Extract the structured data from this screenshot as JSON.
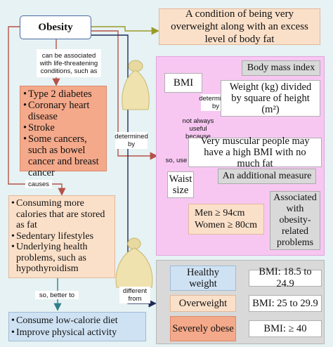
{
  "title": "Obesity",
  "definition": "A condition of being very overweight along with an excess level of body fat",
  "associated_label": "can be associated with life-threatening conditions, such as",
  "conditions": [
    "Type 2 diabetes",
    "Coronary heart disease",
    "Stroke",
    "Some cancers, such as bowel cancer and breast cancer"
  ],
  "causes_label": "causes",
  "causes": [
    "Consuming more calories that are stored as fat",
    "Sedentary lifestyles",
    "Underlying health problems, such as hypothyroidism"
  ],
  "better_label": "so, better to",
  "solutions": [
    "Consume low-calorie diet",
    "Improve physical activity"
  ],
  "determined_by_label": "determined by",
  "different_from_label": "different from",
  "bmi": {
    "label": "BMI",
    "full_name": "Body mass index",
    "determined_label": "determined by",
    "formula": "Weight (kg) divided by square of height (m²)",
    "not_useful_label": "not always useful because",
    "caveat": "Very muscular people may have a high BMI with no much fat",
    "so_use_label": "so, use",
    "waist_label": "Waist size",
    "additional": "An additional measure",
    "men": "Men ≥ 94cm",
    "women": "Women ≥ 80cm",
    "associated_risk": "Associated with obesity-related problems"
  },
  "categories": [
    {
      "name": "Healthy weight",
      "range": "BMI: 18.5 to 24.9"
    },
    {
      "name": "Overweight",
      "range": "BMI: 25 to 29.9"
    },
    {
      "name": "Severely obese",
      "range": "BMI: ≥ 40"
    }
  ],
  "colors": {
    "peach": "#fbe0c9",
    "salmon": "#f4a98a",
    "pink": "#f7c7f2",
    "blue": "#cfe2f3",
    "arrow": "#b5524a"
  }
}
